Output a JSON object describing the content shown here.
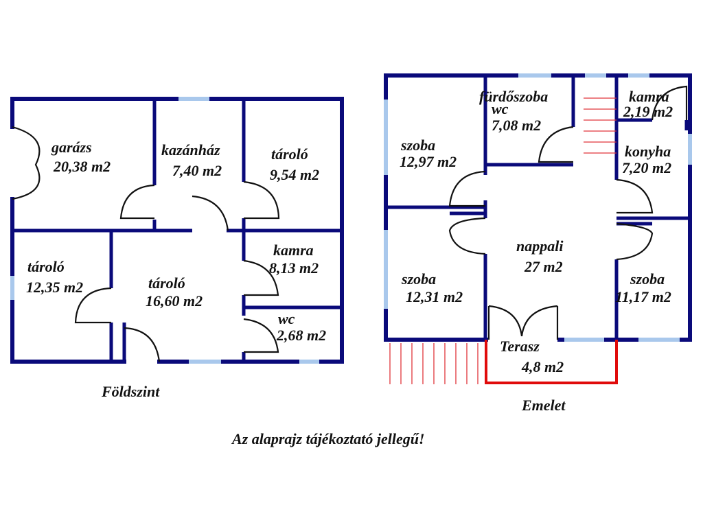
{
  "ground_floor": {
    "caption": "Földszint",
    "rooms": [
      {
        "name": "garázs",
        "area": "20,38 m2"
      },
      {
        "name": "kazánház",
        "area": "7,40 m2"
      },
      {
        "name": "tároló",
        "area": "9,54 m2"
      },
      {
        "name": "tároló",
        "area": "12,35 m2"
      },
      {
        "name": "tároló",
        "area": "16,60 m2"
      },
      {
        "name": "kamra",
        "area": "8,13 m2"
      },
      {
        "name": "wc",
        "area": "2,68 m2"
      }
    ]
  },
  "upper_floor": {
    "caption": "Emelet",
    "rooms": [
      {
        "name": "szoba",
        "area": "12,97 m2"
      },
      {
        "name": "fürdőszoba",
        "name2": "wc",
        "area": "7,08 m2"
      },
      {
        "name": "kamra",
        "area": "2,19 m2"
      },
      {
        "name": "konyha",
        "area": "7,20 m2"
      },
      {
        "name": "nappali",
        "area": "27 m2"
      },
      {
        "name": "szoba",
        "area": "12,31 m2"
      },
      {
        "name": "szoba",
        "area": "11,17 m2"
      },
      {
        "name": "Terasz",
        "area": "4,8 m2"
      }
    ]
  },
  "disclaimer": "Az alaprajz tájékoztató jellegű!",
  "colors": {
    "wall": "#0a0a7a",
    "window": "#a9c8ec",
    "door": "#111111",
    "terrace": "#e00b0b",
    "stairs": "#e0343a"
  }
}
